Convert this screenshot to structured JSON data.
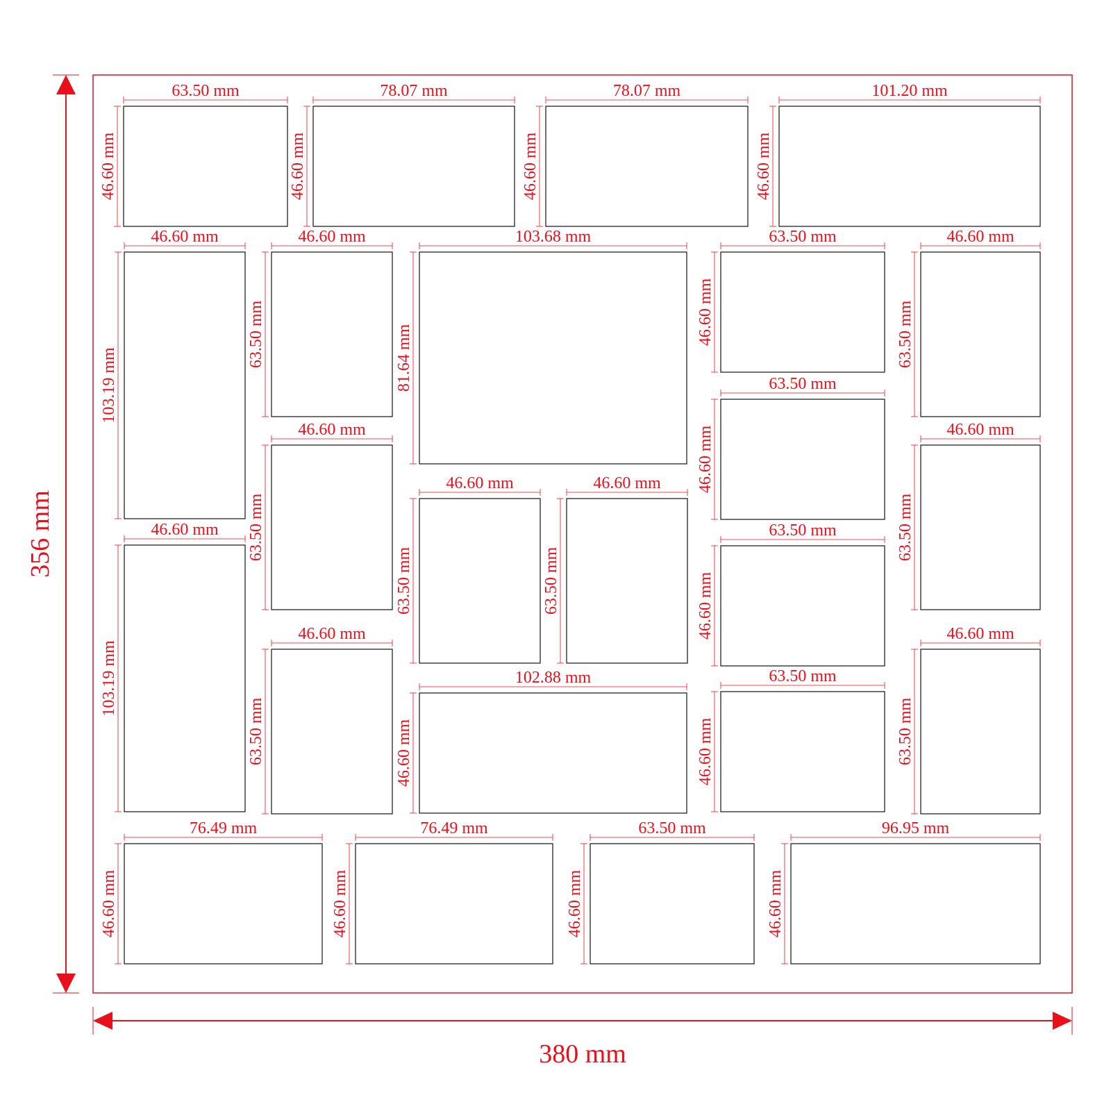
{
  "colors": {
    "dimension": "#e8101c",
    "cutout": "#222222",
    "background": "#ffffff"
  },
  "overall": {
    "width_label": "380 mm",
    "height_label": "356 mm"
  },
  "openings": [
    {
      "id": "r1c1",
      "w": "63.50 mm",
      "h": "46.60 mm"
    },
    {
      "id": "r1c2",
      "w": "78.07 mm",
      "h": "46.60 mm"
    },
    {
      "id": "r1c3",
      "w": "78.07 mm",
      "h": "46.60 mm"
    },
    {
      "id": "r1c4",
      "w": "101.20 mm",
      "h": "46.60 mm"
    },
    {
      "id": "left-tall-1",
      "w": "46.60 mm",
      "h": "103.19 mm"
    },
    {
      "id": "left-tall-2",
      "w": "46.60 mm",
      "h": "103.19 mm"
    },
    {
      "id": "col2-a",
      "w": "46.60 mm",
      "h": "63.50 mm"
    },
    {
      "id": "col2-b",
      "w": "46.60 mm",
      "h": "63.50 mm"
    },
    {
      "id": "col2-c",
      "w": "46.60 mm",
      "h": "63.50 mm"
    },
    {
      "id": "center-large",
      "w": "103.68 mm",
      "h": "81.64 mm"
    },
    {
      "id": "center-small-left",
      "w": "46.60 mm",
      "h": "63.50 mm"
    },
    {
      "id": "center-small-right",
      "w": "46.60 mm",
      "h": "63.50 mm"
    },
    {
      "id": "center-wide",
      "w": "102.88 mm",
      "h": "46.60 mm"
    },
    {
      "id": "col4-a",
      "w": "63.50 mm",
      "h": "46.60 mm"
    },
    {
      "id": "col4-b",
      "w": "63.50 mm",
      "h": "46.60 mm"
    },
    {
      "id": "col4-c",
      "w": "63.50 mm",
      "h": "46.60 mm"
    },
    {
      "id": "col4-d",
      "w": "63.50 mm",
      "h": "46.60 mm"
    },
    {
      "id": "right-a",
      "w": "46.60 mm",
      "h": "63.50 mm"
    },
    {
      "id": "right-b",
      "w": "46.60 mm",
      "h": "63.50 mm"
    },
    {
      "id": "right-c",
      "w": "46.60 mm",
      "h": "63.50 mm"
    },
    {
      "id": "r5c1",
      "w": "76.49 mm",
      "h": "46.60 mm"
    },
    {
      "id": "r5c2",
      "w": "76.49 mm",
      "h": "46.60 mm"
    },
    {
      "id": "r5c3",
      "w": "63.50 mm",
      "h": "46.60 mm"
    },
    {
      "id": "r5c4",
      "w": "96.95 mm",
      "h": "46.60 mm"
    }
  ]
}
